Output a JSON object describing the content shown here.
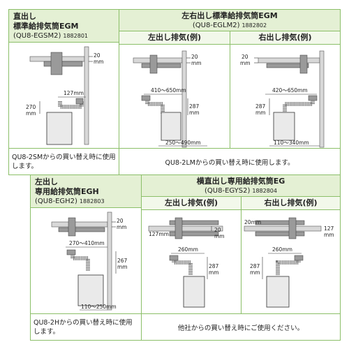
{
  "top_left": {
    "title_line1": "直出し",
    "title_line2": "標準給排気筒EGM",
    "code": "(QU8-EGSM2)",
    "number": "1882801",
    "dim_wall": "20",
    "dim_wall_unit": "mm",
    "dim_w": "127mm",
    "dim_h": "270",
    "dim_h_unit": "mm",
    "note": "QU8-2SMからの買い替え時に使用します。"
  },
  "top_right": {
    "title": "左右出し標準給排気筒EGM",
    "code": "(QU8-EGLM2)",
    "number": "1882802",
    "left_sub": "左出し排気(例)",
    "right_sub": "右出し排気(例)",
    "l_dim_wall": "20",
    "l_dim_wall_unit": "mm",
    "l_dim_top": "410〜650mm",
    "l_dim_h": "287",
    "l_dim_h_unit": "mm",
    "l_dim_bot": "250〜490mm",
    "r_dim_wall": "20",
    "r_dim_wall_unit": "mm",
    "r_dim_top": "420〜650mm",
    "r_dim_h": "287",
    "r_dim_h_unit": "mm",
    "r_dim_bot": "110〜340mm",
    "note": "QU8-2LMからの買い替え時に使用します。"
  },
  "bottom_left": {
    "title_line1": "左出し",
    "title_line2": "専用給排気筒EGH",
    "code": "(QU8-EGH2)",
    "number": "1882803",
    "dim_wall": "20",
    "dim_wall_unit": "mm",
    "dim_top": "270〜410mm",
    "dim_h": "267",
    "dim_h_unit": "mm",
    "dim_bot": "110〜250mm",
    "note": "QU8-2Hからの買い替え時に使用します。"
  },
  "bottom_right": {
    "title": "横直出し専用給排気筒EG",
    "code": "(QU8-EGYS2)",
    "number": "1882804",
    "left_sub": "左出し排気(例)",
    "right_sub": "右出し排気(例)",
    "l_dim_side": "127mm",
    "l_dim_wall": "20",
    "l_dim_wall_unit": "mm",
    "l_dim_w": "260mm",
    "l_dim_h": "287",
    "l_dim_h_unit": "mm",
    "r_dim_side": "20mm",
    "r_dim_wall": "127",
    "r_dim_wall_unit": "mm",
    "r_dim_w": "260mm",
    "r_dim_h": "287",
    "r_dim_h_unit": "mm",
    "note": "他社からの買い替え時にご使用ください。"
  },
  "colors": {
    "border": "#8bbf68",
    "header_bg": "#e4f0d4",
    "sub_bg": "#f2f8ea"
  }
}
